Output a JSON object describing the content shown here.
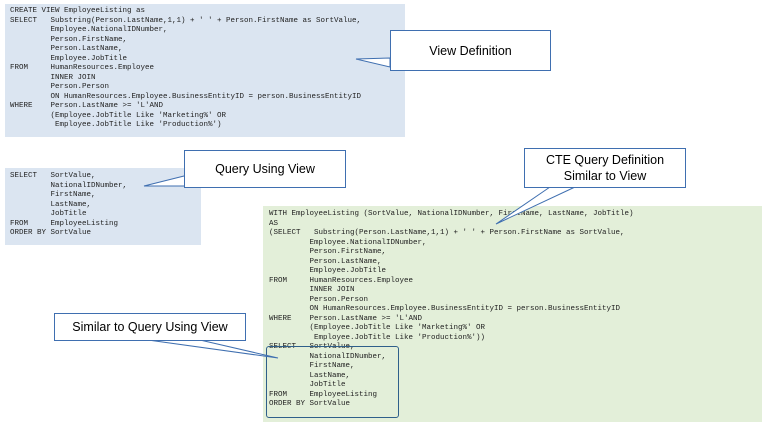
{
  "colors": {
    "view_box_bg": "#dbe5f1",
    "cte_box_bg": "#e3efd9",
    "callout_border": "#3f6fb0"
  },
  "view_definition": {
    "lines": [
      "CREATE VIEW EmployeeListing as",
      "SELECT   Substring(Person.LastName,1,1) + ' ' + Person.FirstName as SortValue,",
      "         Employee.NationalIDNumber,",
      "         Person.FirstName,",
      "         Person.LastName,",
      "         Employee.JobTitle",
      "FROM     HumanResources.Employee",
      "         INNER JOIN",
      "         Person.Person",
      "         ON HumanResources.Employee.BusinessEntityID = person.BusinessEntityID",
      "WHERE    Person.LastName >= 'L'AND",
      "         (Employee.JobTitle Like 'Marketing%' OR",
      "          Employee.JobTitle Like 'Production%')"
    ]
  },
  "view_query": {
    "lines": [
      "SELECT   SortValue,",
      "         NationalIDNumber,",
      "         FirstName,",
      "         LastName,",
      "         JobTitle",
      "FROM     EmployeeListing",
      "ORDER BY SortValue"
    ]
  },
  "cte_definition": {
    "lines": [
      "WITH EmployeeListing (SortValue, NationalIDNumber, FirstName, LastName, JobTitle)",
      "AS",
      "(SELECT   Substring(Person.LastName,1,1) + ' ' + Person.FirstName as SortValue,",
      "         Employee.NationalIDNumber,",
      "         Person.FirstName,",
      "         Person.LastName,",
      "         Employee.JobTitle",
      "FROM     HumanResources.Employee",
      "         INNER JOIN",
      "         Person.Person",
      "         ON HumanResources.Employee.BusinessEntityID = person.BusinessEntityID",
      "WHERE    Person.LastName >= 'L'AND",
      "         (Employee.JobTitle Like 'Marketing%' OR",
      "          Employee.JobTitle Like 'Production%'))"
    ]
  },
  "cte_query": {
    "lines": [
      "SELECT   SortValue,",
      "         NationalIDNumber,",
      "         FirstName,",
      "         LastName,",
      "         JobTitle",
      "FROM     EmployeeListing",
      "ORDER BY SortValue"
    ]
  },
  "callouts": {
    "view_definition": "View Definition",
    "query_using_view": "Query Using View",
    "cte_line1": "CTE Query Definition",
    "cte_line2": "Similar to View",
    "similar_query": "Similar to Query Using View"
  }
}
